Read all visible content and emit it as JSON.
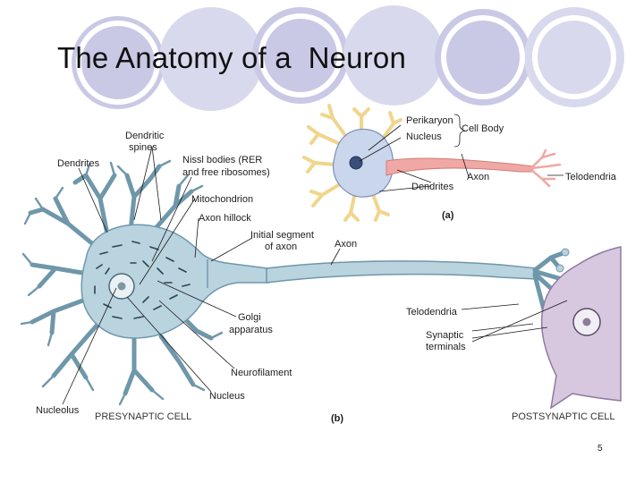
{
  "slide": {
    "title": "The Anatomy of a  Neuron",
    "page_number": "5"
  },
  "colors": {
    "circle_fill": "#c9c9e6",
    "circle_ring": "#d9d9ee",
    "neuron_fill": "#b9d3df",
    "neuron_stroke": "#6f97aa",
    "post_fill": "#d7c8e0",
    "inset_body": "#c9d6ec",
    "inset_dendrite": "#f0d58c",
    "inset_axon": "#f0a8a4"
  },
  "labels": {
    "perikaryon": "Perikaryon",
    "nucleus_a": "Nucleus",
    "cell_body": "Cell Body",
    "axon_a": "Axon",
    "telodendria_a": "Telodendria",
    "dendrites_a": "Dendrites",
    "panel_a": "(a)",
    "dendritic_spines_1": "Dendritic",
    "dendritic_spines_2": "spines",
    "dendrites_b": "Dendrites",
    "nissl_1": "Nissl bodies (RER",
    "nissl_2": "and free ribosomes)",
    "mitochondrion": "Mitochondrion",
    "axon_hillock": "Axon hillock",
    "initial_segment_1": "Initial segment",
    "initial_segment_2": "of axon",
    "axon_b": "Axon",
    "golgi_1": "Golgi",
    "golgi_2": "apparatus",
    "neurofilament": "Neurofilament",
    "nucleus_b": "Nucleus",
    "nucleolus": "Nucleolus",
    "presynaptic": "PRESYNAPTIC CELL",
    "panel_b": "(b)",
    "telodendria_b": "Telodendria",
    "synaptic_1": "Synaptic",
    "synaptic_2": "terminals",
    "postsynaptic": "POSTSYNAPTIC CELL"
  }
}
